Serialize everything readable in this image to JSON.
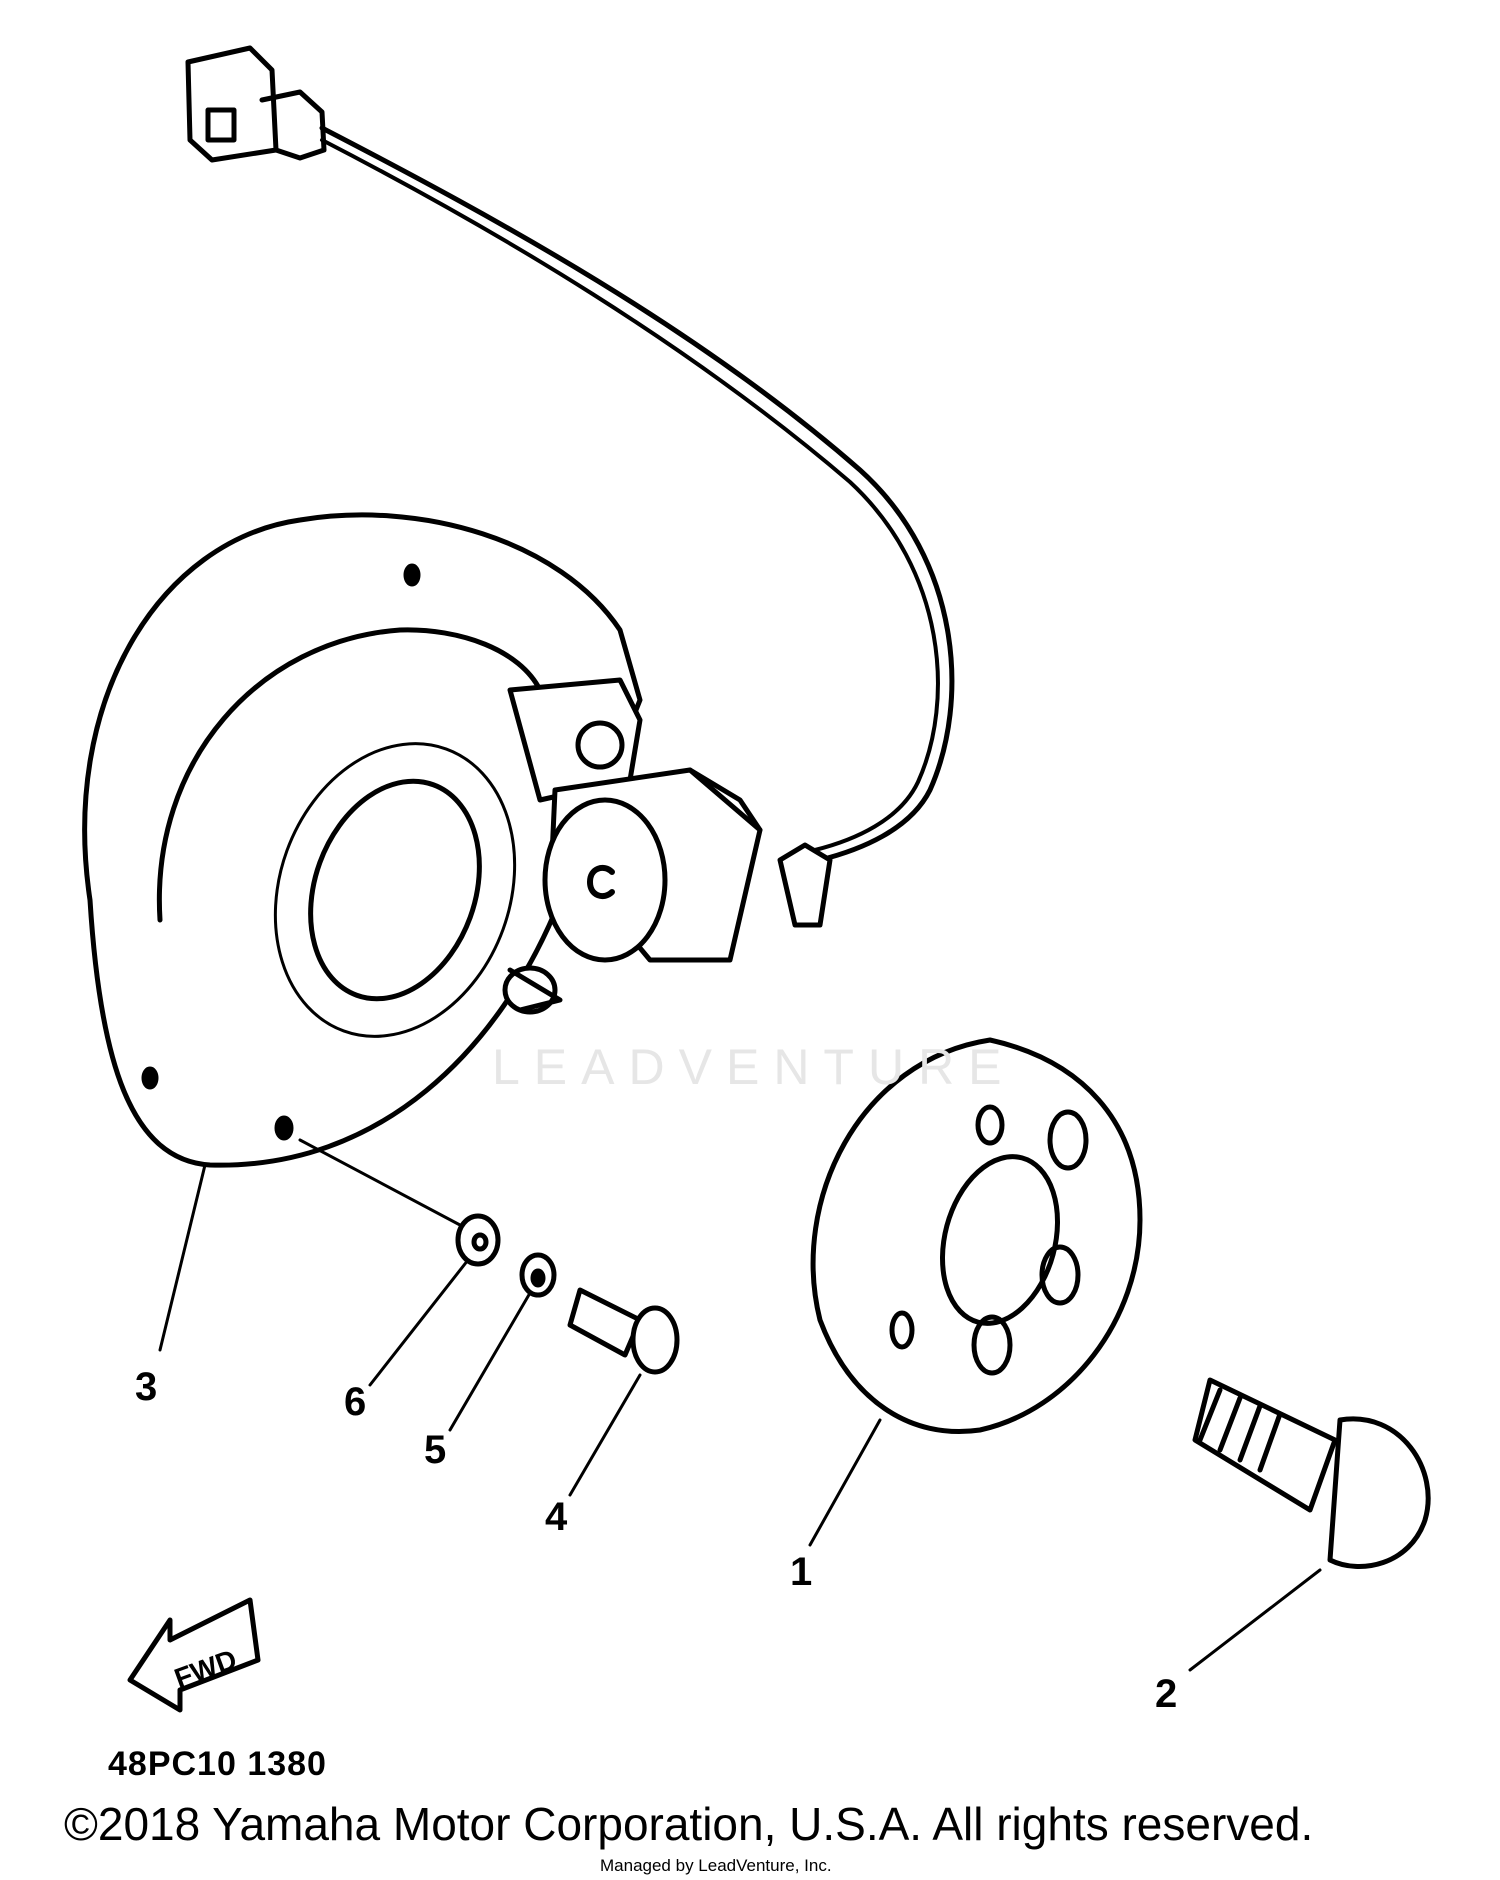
{
  "diagram": {
    "part_labels": [
      "1",
      "2",
      "3",
      "4",
      "5",
      "6"
    ],
    "arrow_label": "FWD",
    "diagram_code": "48PC10 1380",
    "watermark": "LEADVENTURE",
    "copyright": "©2018 Yamaha Motor Corporation, U.S.A. All rights reserved.",
    "managed_by": "Managed by LeadVenture, Inc."
  }
}
